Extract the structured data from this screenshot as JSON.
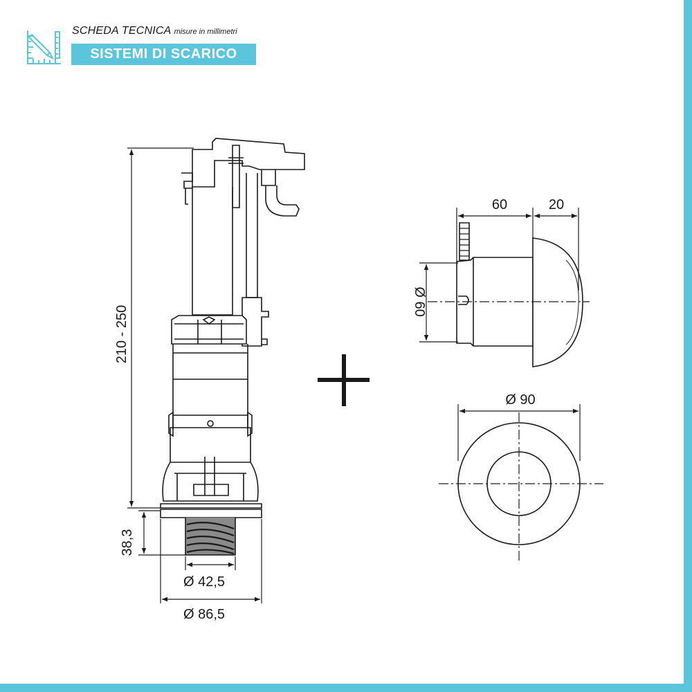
{
  "header": {
    "title": "SCHEDA TECNICA",
    "subtitle": "misure in millimetri",
    "banner": "SISTEMI DI SCARICO"
  },
  "icons": {
    "logo": "ruler-pencil-icon",
    "plus": "plus-icon"
  },
  "colors": {
    "accent": "#5bc5dc",
    "line": "#1a1a1a"
  },
  "dimensions": {
    "valve_height": "210 - 250",
    "thread_height": "38,3",
    "thread_diameter": "Ø 42,5",
    "base_diameter": "Ø 86,5",
    "button_depth": "60",
    "button_cap": "20",
    "button_body_diameter": "Ø 60",
    "button_front_diameter": "Ø 90"
  }
}
